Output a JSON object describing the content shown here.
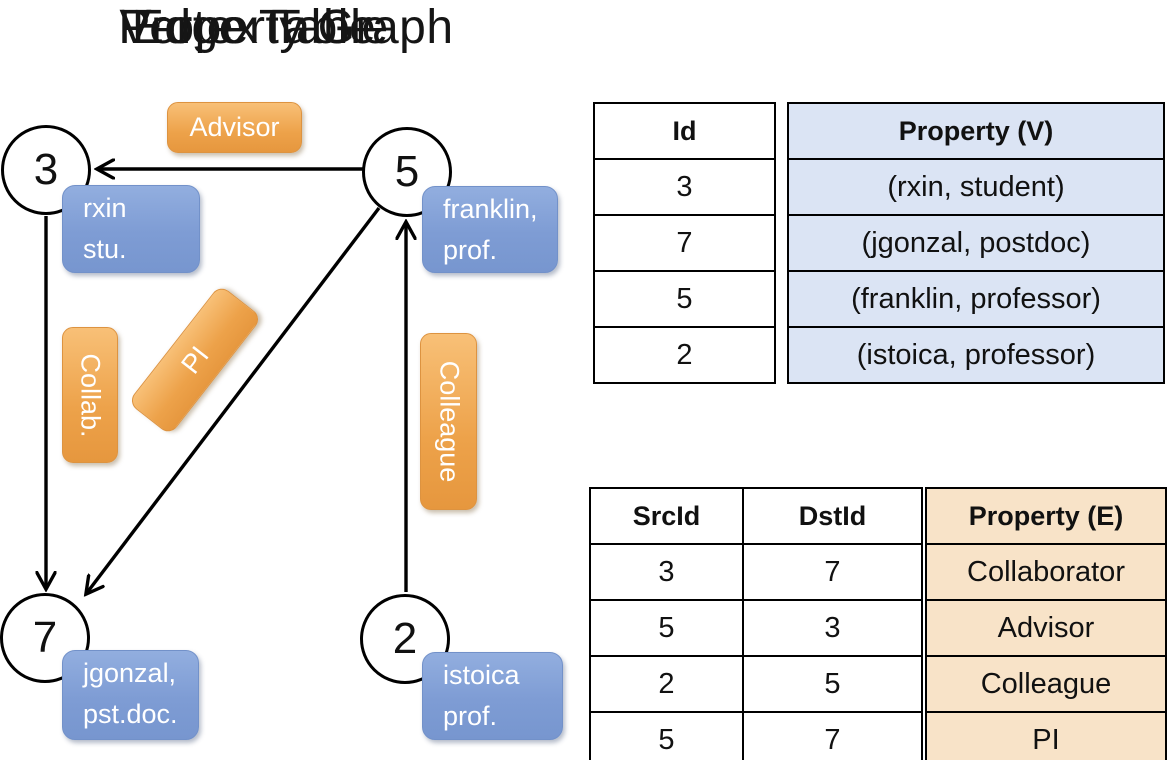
{
  "colors": {
    "edge_label_orange": "#EDA24A",
    "vertex_property_blue": "#7E9CD4",
    "vertex_table_cell_bg": "#DBE4F4",
    "edge_table_cell_bg": "#F8E3C8",
    "line_color": "#000000"
  },
  "graph": {
    "title": "Property Graph",
    "nodes": [
      {
        "id": "3",
        "property": {
          "line1": "rxin",
          "line2": "stu."
        }
      },
      {
        "id": "5",
        "property": {
          "line1": "franklin,",
          "line2": "prof."
        }
      },
      {
        "id": "7",
        "property": {
          "line1": "jgonzal,",
          "line2": "pst.doc."
        }
      },
      {
        "id": "2",
        "property": {
          "line1": "istoica",
          "line2": "prof."
        }
      }
    ],
    "edges": [
      {
        "label": "Advisor",
        "from": "5",
        "to": "3"
      },
      {
        "label": "Collab.",
        "from": "3",
        "to": "7"
      },
      {
        "label": "PI",
        "from": "5",
        "to": "7"
      },
      {
        "label": "Colleague",
        "from": "2",
        "to": "5"
      }
    ]
  },
  "vertex_table": {
    "title": "Vertex Table",
    "headers": {
      "id": "Id",
      "property": "Property (V)"
    },
    "rows": [
      {
        "id": "3",
        "property": "(rxin, student)"
      },
      {
        "id": "7",
        "property": "(jgonzal, postdoc)"
      },
      {
        "id": "5",
        "property": "(franklin, professor)"
      },
      {
        "id": "2",
        "property": "(istoica, professor)"
      }
    ]
  },
  "edge_table": {
    "title": "Edge Table",
    "headers": {
      "src": "SrcId",
      "dst": "DstId",
      "property": "Property (E)"
    },
    "rows": [
      {
        "src": "3",
        "dst": "7",
        "property": "Collaborator"
      },
      {
        "src": "5",
        "dst": "3",
        "property": "Advisor"
      },
      {
        "src": "2",
        "dst": "5",
        "property": "Colleague"
      },
      {
        "src": "5",
        "dst": "7",
        "property": "PI"
      }
    ]
  }
}
